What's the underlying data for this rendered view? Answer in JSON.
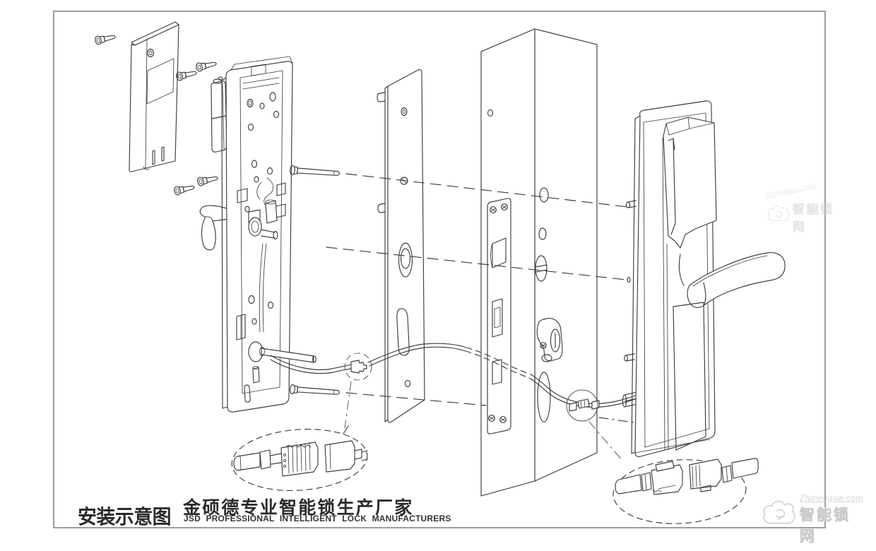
{
  "caption": {
    "diagram_label": "安装示意图",
    "brand_cn": "金硕德专业智能锁生产厂家",
    "brand_en": "JSD PROFESSIONAL INTELLIGENT LOCK MANUFACTURERS"
  },
  "watermark": {
    "site_text": "Zhinengsw.com",
    "site_name": "智能锁网",
    "icon": "cloud-icon"
  },
  "colors": {
    "line": "#3d3d3d",
    "frame_border": "#9e9e9e",
    "watermark": "#d6d6d6",
    "background": "#ffffff",
    "text": "#2b2b2b"
  },
  "diagram": {
    "type": "exploded-view-line-art",
    "parts": [
      {
        "id": "battery-cover-plate",
        "desc": "interior battery cover plate"
      },
      {
        "id": "hinge-cylinder",
        "desc": "battery tube / hinge barrel"
      },
      {
        "id": "mounting-screws",
        "desc": "five small fixing screws"
      },
      {
        "id": "interior-lock-body",
        "desc": "interior escutcheon rear view with wiring"
      },
      {
        "id": "interior-handle",
        "desc": "interior lever handle"
      },
      {
        "id": "through-bolts",
        "desc": "two long through-door bolts"
      },
      {
        "id": "mounting-plate",
        "desc": "steel back mounting plate"
      },
      {
        "id": "door",
        "desc": "door slab"
      },
      {
        "id": "mortise-faceplate",
        "desc": "mortise lock faceplate with latch"
      },
      {
        "id": "lock-cylinder",
        "desc": "euro profile key cylinder"
      },
      {
        "id": "connection-cable",
        "desc": "connecting cable through door"
      },
      {
        "id": "exterior-lock-panel",
        "desc": "exterior smart lock panel"
      },
      {
        "id": "exterior-handle",
        "desc": "exterior lever handle"
      },
      {
        "id": "connector-detail-left",
        "desc": "magnified cable connector callout (left)"
      },
      {
        "id": "connector-detail-right",
        "desc": "magnified cable connector callout (right)"
      }
    ]
  }
}
